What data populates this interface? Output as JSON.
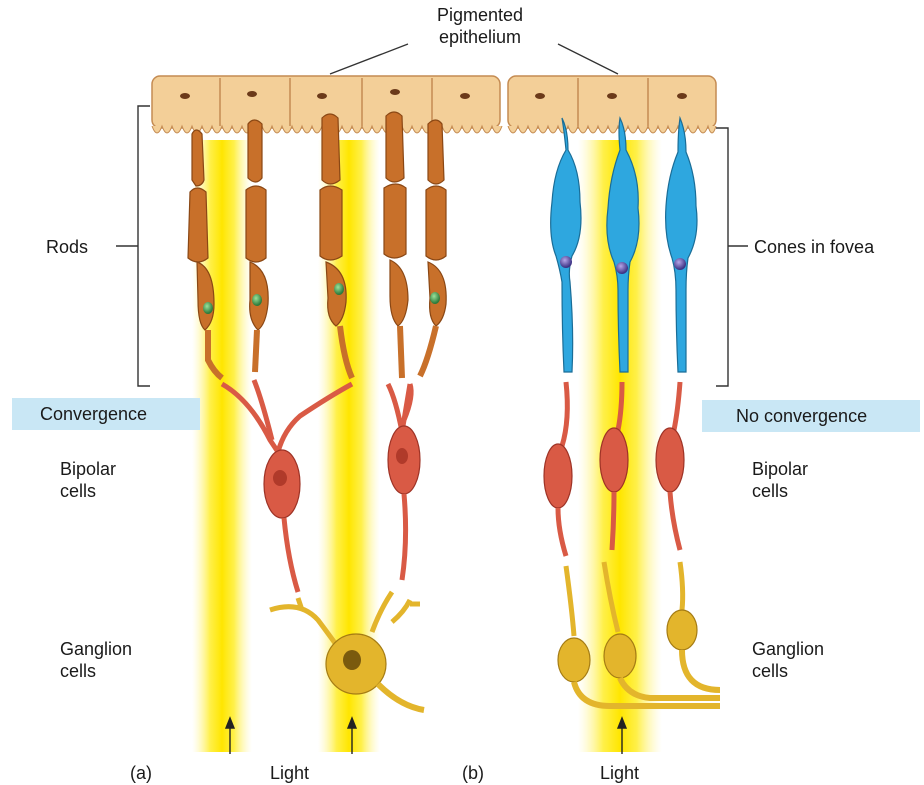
{
  "labels": {
    "pigmented_epithelium": "Pigmented\nepithelium",
    "rods": "Rods",
    "cones_in_fovea": "Cones in fovea",
    "convergence": "Convergence",
    "no_convergence": "No convergence",
    "bipolar_left": "Bipolar\ncells",
    "bipolar_right": "Bipolar\ncells",
    "ganglion_left": "Ganglion\ncells",
    "ganglion_right": "Ganglion\ncells",
    "panel_a": "(a)",
    "panel_b": "(b)",
    "light_a": "Light",
    "light_b": "Light"
  },
  "colors": {
    "epithelium": "#f3cf98",
    "rod": "#c8702a",
    "cone": "#2ea7df",
    "bipolar": "#d95a45",
    "ganglion": "#e3b52c",
    "light": "#fff176",
    "tag_box": "#c9e7f5"
  }
}
